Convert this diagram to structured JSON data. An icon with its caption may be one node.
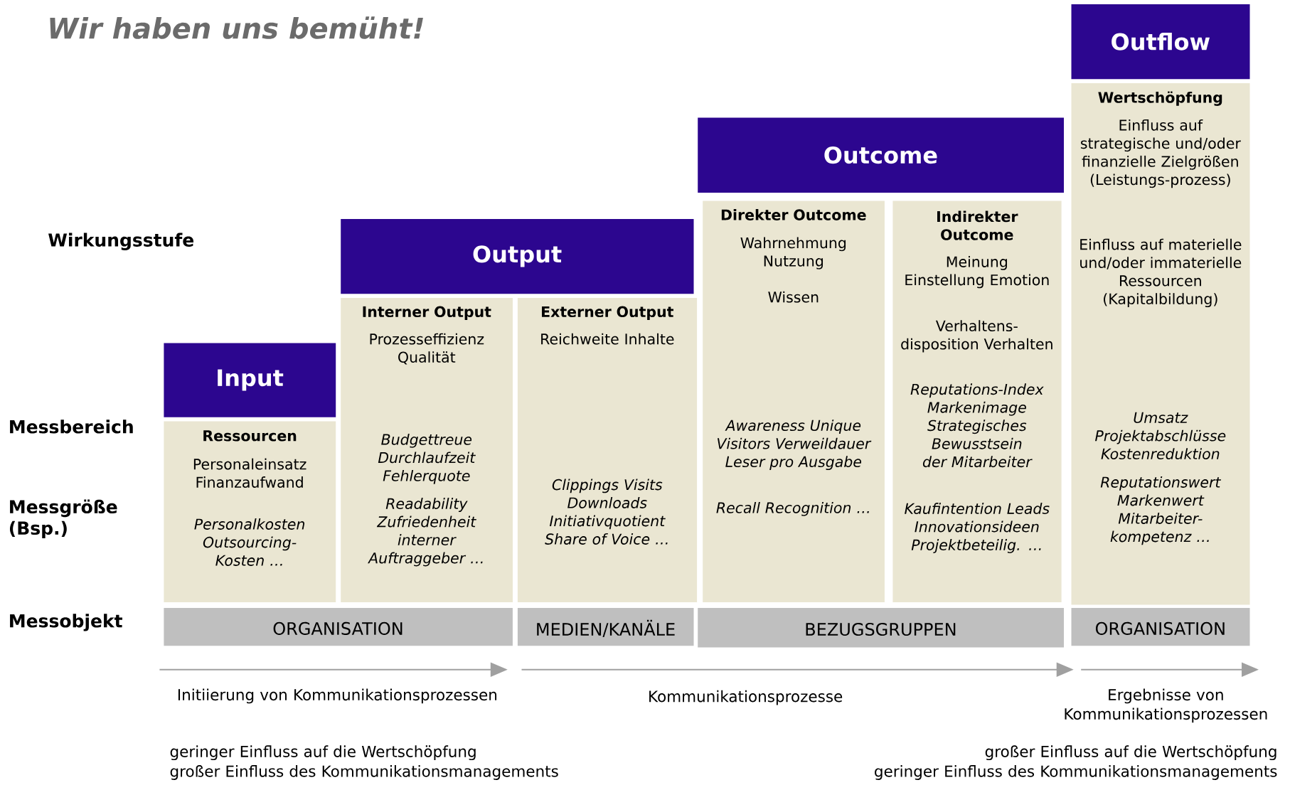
{
  "diagram": {
    "title": "Wir haben uns bemüht!",
    "nodes": [
      {
        "text": [
          "Input"
        ]
      },
      {
        "text": [
          "Ressourcen",
          "Personaleinsatz Finanzaufwand",
          "Personalkosten Outsourcing-Kosten …"
        ]
      },
      {
        "text": [
          "Output"
        ]
      },
      {
        "text": [
          "Interner Output",
          "Prozesseffizienz Qualität",
          "Budgettreue Durchlaufzeit Fehlerquote",
          "Readability Zufriedenheit interner Auftraggeber …"
        ]
      },
      {
        "text": [
          "Externer Output",
          "Reichweite Inhalte",
          "Clippings Visits Downloads Initiativquotient Share of Voice …"
        ]
      },
      {
        "text": [
          "Outcome"
        ]
      },
      {
        "text": [
          "Direkter Outcome",
          "Wahrnehmung Nutzung",
          "Wissen",
          "Awareness Unique Visitors Verweildauer Leser pro Ausgabe",
          "Recall Recognition …"
        ]
      },
      {
        "text": [
          "Indirekter Outcome",
          "Meinung Einstellung Emotion",
          "Verhaltens-disposition Verhalten",
          "Reputations-Index Markenimage Strategisches Bewusstsein der Mitarbeiter",
          "Kaufintention Leads Innovationsideen Projektbeteilig. …"
        ]
      },
      {
        "text": [
          "Outflow"
        ]
      },
      {
        "text": [
          "Wertschöpfung",
          "Einfluss auf strategische und/oder finanzielle Zielgrößen (Leistungs-prozess)",
          "Einfluss auf materielle und/oder immaterielle Ressourcen (Kapitalbildung)",
          "Umsatz Projektabschlüsse Kostenreduktion",
          "Reputationswert Markenwert Mitarbeiter-kompetenz …"
        ]
      },
      {
        "text": [
          "ORGANISATION"
        ]
      },
      {
        "text": [
          "MEDIEN/KANÄLE"
        ]
      },
      {
        "text": [
          "BEZUGSGRUPPEN"
        ]
      },
      {
        "text": [
          "ORGANISATION"
        ]
      }
    ],
    "labels": [
      "Wirkungsstufe",
      "Messbereich",
      "Messgröße (Bsp.)",
      "Messobjekt",
      "Initiierung von Kommunikationsprozessen",
      "Kommunikationsprozesse",
      "Ergebnisse von Kommunikationsprozessen",
      "geringer Einfluss auf die Wertschöpfung",
      "großer Einfluss des Kommunikationsmanagements",
      "großer Einfluss auf die Wertschöpfung",
      "geringer Einfluss des Kommunikationsmanagements"
    ]
  }
}
